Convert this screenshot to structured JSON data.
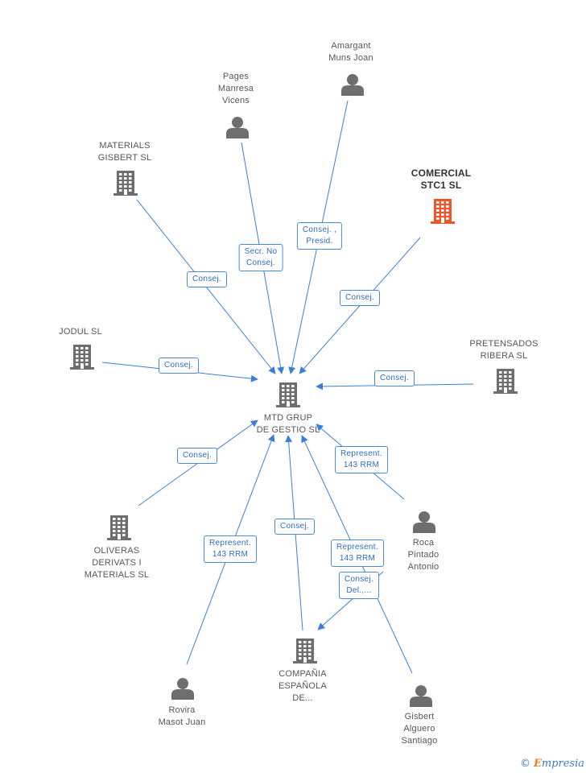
{
  "colors": {
    "edge": "#3b7fd4",
    "node": "#6e6e6e",
    "highlight": "#f0542a"
  },
  "center": {
    "id": "mtd",
    "label_lines": [
      "MTD GRUP",
      "DE GESTIO SL"
    ],
    "icon": "building-icon"
  },
  "nodes": [
    {
      "id": "amargant",
      "type": "person",
      "label_lines": [
        "Amargant",
        "Muns Joan"
      ]
    },
    {
      "id": "pages",
      "type": "person",
      "label_lines": [
        "Pages",
        "Manresa",
        "Vicens"
      ]
    },
    {
      "id": "materials",
      "type": "company",
      "label_lines": [
        "MATERIALS",
        "GISBERT SL"
      ]
    },
    {
      "id": "comercial",
      "type": "company",
      "highlight": true,
      "label_lines": [
        "COMERCIAL",
        "STC1  SL"
      ]
    },
    {
      "id": "jodul",
      "type": "company",
      "label_lines": [
        "JODUL SL"
      ]
    },
    {
      "id": "pretensados",
      "type": "company",
      "label_lines": [
        "PRETENSADOS",
        "RIBERA SL"
      ]
    },
    {
      "id": "oliveras",
      "type": "company",
      "label_lines": [
        "OLIVERAS",
        "DERIVATS I",
        "MATERIALS SL"
      ]
    },
    {
      "id": "roca",
      "type": "person",
      "label_lines": [
        "Roca",
        "Pintado",
        "Antonio"
      ]
    },
    {
      "id": "rovira",
      "type": "person",
      "label_lines": [
        "Rovira",
        "Masot Juan"
      ]
    },
    {
      "id": "compania",
      "type": "company",
      "label_lines": [
        "COMPAÑIA",
        "ESPAÑOLA",
        "DE..."
      ]
    },
    {
      "id": "gisbert",
      "type": "person",
      "label_lines": [
        "Gisbert",
        "Alguero",
        "Santiago"
      ]
    }
  ],
  "edges": [
    {
      "from": "amargant",
      "to": "mtd",
      "label_lines": [
        "Consej. ,",
        "Presid."
      ]
    },
    {
      "from": "pages",
      "to": "mtd",
      "label_lines": [
        "Secr. No",
        "Consej."
      ]
    },
    {
      "from": "materials",
      "to": "mtd",
      "label_lines": [
        "Consej."
      ]
    },
    {
      "from": "comercial",
      "to": "mtd",
      "label_lines": [
        "Consej."
      ]
    },
    {
      "from": "jodul",
      "to": "mtd",
      "label_lines": [
        "Consej."
      ]
    },
    {
      "from": "pretensados",
      "to": "mtd",
      "label_lines": [
        "Consej."
      ]
    },
    {
      "from": "oliveras",
      "to": "mtd",
      "label_lines": [
        "Consej."
      ]
    },
    {
      "from": "roca",
      "to": "mtd",
      "label_lines": [
        "Represent.",
        "143 RRM"
      ]
    },
    {
      "from": "rovira",
      "to": "mtd",
      "label_lines": [
        "Represent.",
        "143 RRM"
      ]
    },
    {
      "from": "compania",
      "to": "mtd",
      "label_lines": [
        "Consej."
      ]
    },
    {
      "from": "gisbert",
      "to": "mtd",
      "label_lines": [
        "Represent.",
        "143 RRM"
      ]
    },
    {
      "from": "gisbert",
      "to": "compania",
      "label_lines": [
        "Consej.",
        "Del.,..."
      ]
    }
  ],
  "footer": {
    "symbol": "©",
    "brand_first": "E",
    "brand_rest": "mpresia"
  }
}
